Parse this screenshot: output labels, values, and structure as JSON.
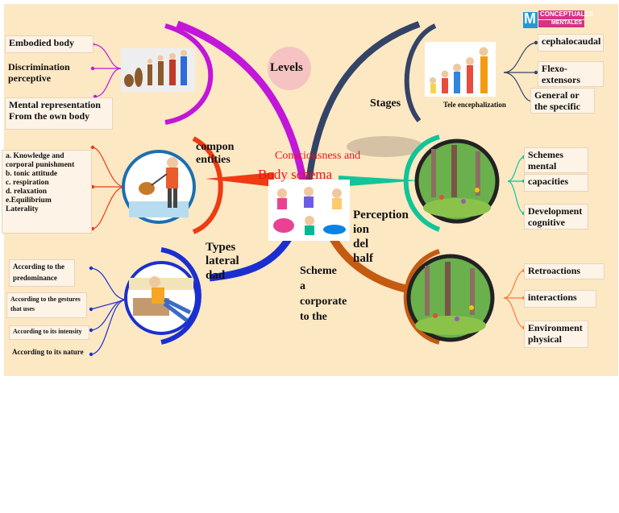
{
  "logo": {
    "line1": "CONCEPTUALES",
    "line2": "MENTALES",
    "mark": "M"
  },
  "center": {
    "line1": "Consciousness and",
    "line2": "Body schema"
  },
  "branches": {
    "levels": {
      "title": "Levels",
      "items": [
        "Embodied body",
        "Discrimination\n  perceptive",
        "Mental  representation\nFrom the own body"
      ]
    },
    "components": {
      "title": "compon\nentities",
      "items": "  a. Knowledge and\ncorporal punishment\nb. tonic attitude\nc. respiration\nd. relaxation\ne.Equilibrium\n Laterality"
    },
    "types": {
      "title": "Types\nlateral\ndad",
      "items": [
        "According to the\npredominance",
        "According to the gestures\nthat uses",
        "According to its intensity",
        "According to its nature"
      ]
    },
    "stages": {
      "title": "Stages",
      "image_caption": "Tele encephalization",
      "items": [
        "cephalocaudal",
        "Flexo-\nextensors",
        "General or\nthe specific"
      ]
    },
    "perception": {
      "title": "Perception\nion\ndel\nhalf",
      "items": [
        "Schemes\nmental",
        "capacities",
        "Development\ncognitive"
      ]
    },
    "scheme": {
      "title": "Scheme\n    a\n corporate\n    to the",
      "items": [
        "Retroactions",
        "interactions",
        "Environment\nphysical"
      ]
    }
  },
  "colors": {
    "background": "#fde8c4",
    "magenta": "#c216d9",
    "orange_red": "#ef3b12",
    "blue": "#1b2fd1",
    "navy": "#334466",
    "teal": "#12c497",
    "brown": "#c55a11",
    "center_text": "#e8151b"
  }
}
